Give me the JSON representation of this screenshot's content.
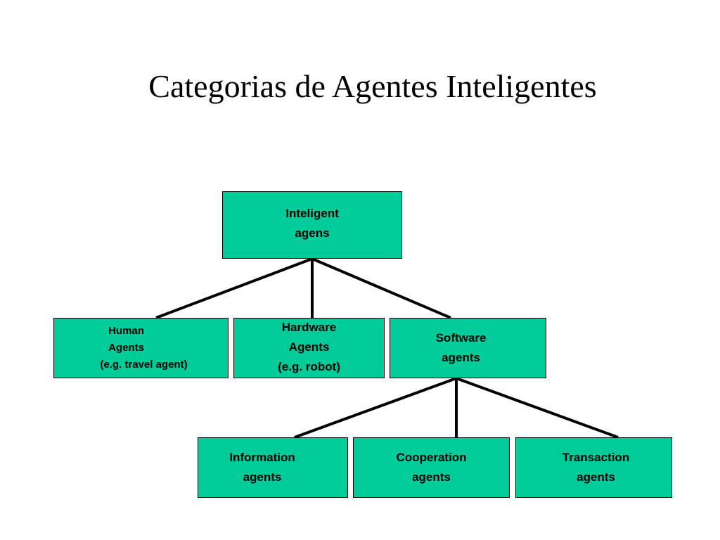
{
  "title": "Categorias de Agentes Inteligentes",
  "colors": {
    "node_fill": "#00cc99",
    "node_border": "#000000",
    "connector": "#000000"
  },
  "nodes": {
    "root": {
      "line1": "Inteligent",
      "line2": "agens"
    },
    "human": {
      "line1": "Human",
      "line2": "Agents",
      "line3": "(e.g. travel agent)"
    },
    "hardware": {
      "line1": "Hardware",
      "line2": "Agents",
      "line3": "(e.g. robot)"
    },
    "software": {
      "line1": "Software",
      "line2": "agents"
    },
    "information": {
      "line1": "Information",
      "line2": "agents"
    },
    "cooperation": {
      "line1": "Cooperation",
      "line2": "agents"
    },
    "transaction": {
      "line1": "Transaction",
      "line2": "agents"
    }
  },
  "edges": [
    [
      "root",
      "human"
    ],
    [
      "root",
      "hardware"
    ],
    [
      "root",
      "software"
    ],
    [
      "software",
      "information"
    ],
    [
      "software",
      "cooperation"
    ],
    [
      "software",
      "transaction"
    ]
  ]
}
